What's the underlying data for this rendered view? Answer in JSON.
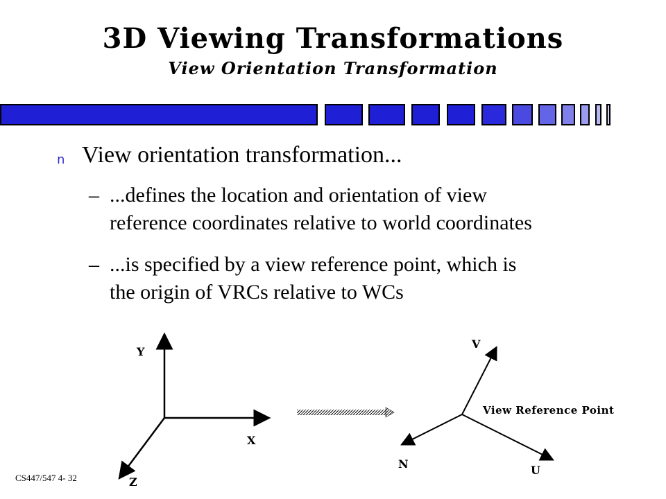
{
  "title": "3D Viewing Transformations",
  "subtitle": "View Orientation Transformation",
  "bullet": {
    "marker": "n",
    "text": "View orientation transformation..."
  },
  "subbullets": [
    {
      "dash": "–",
      "line1": "...defines the location and orientation of view",
      "line2": "reference coordinates relative to world coordinates"
    },
    {
      "dash": "–",
      "line1": "...is specified by a view reference point, which is",
      "line2": "the origin of VRCs relative to WCs"
    }
  ],
  "world_axes": {
    "y": "Y",
    "x": "X",
    "z": "Z"
  },
  "view_axes": {
    "v": "V",
    "n": "N",
    "u": "U"
  },
  "vrp_label": "View Reference Point",
  "footer": "CS447/547 4- 32",
  "colors": {
    "bar_dark": "#1f1fd6",
    "bar_light": "#9b9bf0",
    "bar_outline": "#000000",
    "bullet_marker": "#2f2fd0"
  }
}
